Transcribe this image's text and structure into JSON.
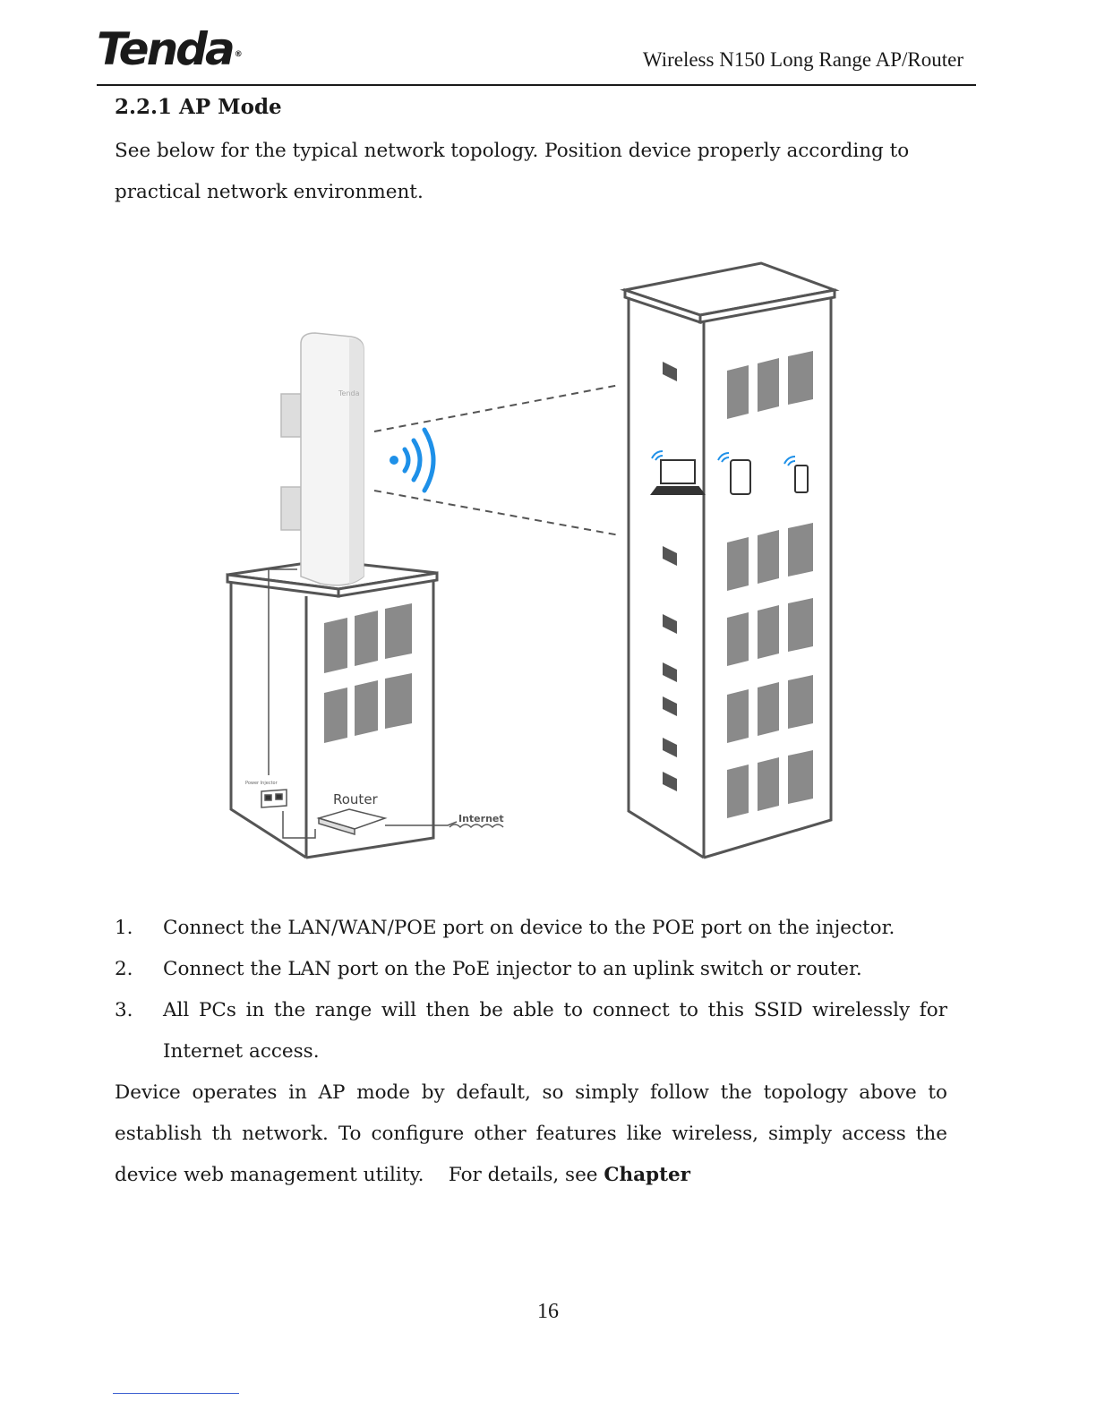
{
  "header": {
    "logo_text": "Tenda",
    "logo_mark": "®",
    "title": "Wireless N150 Long Range AP/Router"
  },
  "section": {
    "title": "2.2.1 AP Mode",
    "intro": "See below for the typical network topology. Position device properly according to practical network environment."
  },
  "figure": {
    "device_brand": "Tenda",
    "router_label": "Router",
    "internet_label": "Internet",
    "injector_label": "Power Injector",
    "colors": {
      "signal": "#1e90e8",
      "line": "#555555",
      "window": "#8a8a8a"
    }
  },
  "steps": [
    {
      "num": "1.",
      "text": "Connect the LAN/WAN/POE port on device to the POE port on the injector."
    },
    {
      "num": "2.",
      "text": "Connect the LAN port on the PoE injector to an uplink switch or router."
    },
    {
      "num": "3.",
      "text": "All PCs in the range will then be able to connect to this SSID wirelessly for Internet access."
    }
  ],
  "outro": {
    "text": "Device operates in AP mode by default, so simply follow the topology above to establish th network. To configure other features like wireless, simply access the device web management utility.    For details, see ",
    "bold": "Chapter"
  },
  "page_number": "16"
}
